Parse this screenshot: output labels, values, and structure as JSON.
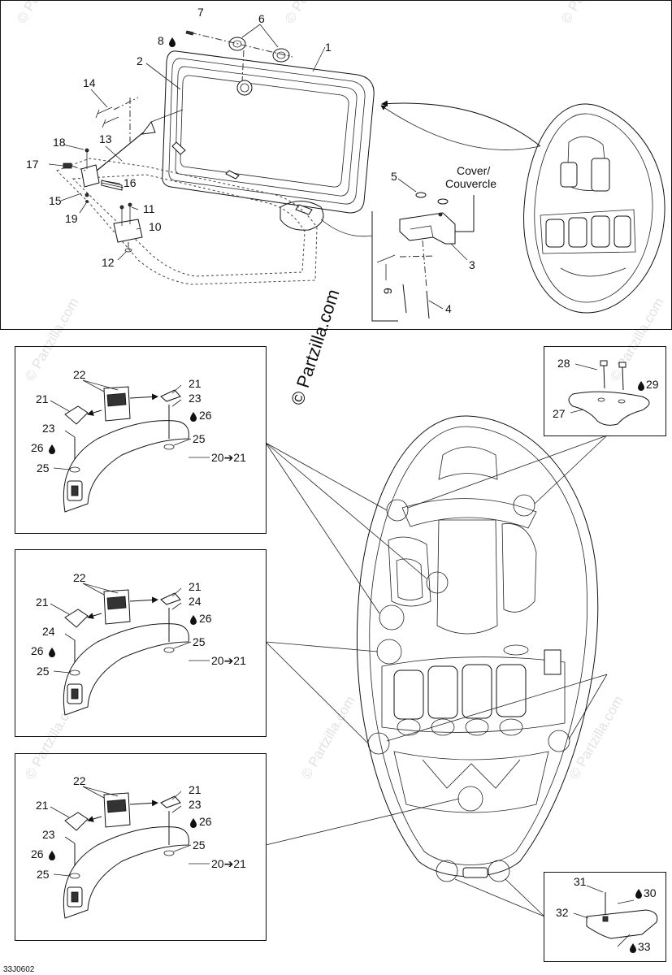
{
  "watermark": {
    "main": "© Partzilla.com",
    "tile": "© Partzilla.com"
  },
  "diagram_code": "33J0602",
  "cover_label": {
    "line1": "Cover/",
    "line2": "Couvercle"
  },
  "top_section": {
    "callouts": {
      "c1": "1",
      "c2": "2",
      "c3": "3",
      "c4": "4",
      "c5": "5",
      "c6": "6",
      "c7": "7",
      "c8": "8",
      "c9": "9",
      "c10": "10",
      "c11": "11",
      "c12": "12",
      "c13": "13",
      "c14": "14",
      "c15": "15",
      "c16": "16",
      "c17": "17",
      "c18": "18",
      "c19": "19"
    }
  },
  "detail_boxes": [
    {
      "c22": "22",
      "c21a": "21",
      "c21b": "21",
      "c23a": "23",
      "c23b": "23",
      "c26a": "26",
      "c26b": "26",
      "c25a": "25",
      "c25b": "25",
      "c2021": "20➔21"
    },
    {
      "c22": "22",
      "c21a": "21",
      "c21b": "21",
      "c23a": "24",
      "c23b": "24",
      "c26a": "26",
      "c26b": "26",
      "c25a": "25",
      "c25b": "25",
      "c2021": "20➔21"
    },
    {
      "c22": "22",
      "c21a": "21",
      "c21b": "21",
      "c23a": "23",
      "c23b": "23",
      "c26a": "26",
      "c26b": "26",
      "c25a": "25",
      "c25b": "25",
      "c2021": "20➔21"
    }
  ],
  "cleat_box": {
    "c27": "27",
    "c28": "28",
    "c29": "29"
  },
  "rear_box": {
    "c30": "30",
    "c31": "31",
    "c32": "32",
    "c33": "33"
  },
  "icons": {
    "adhesive": "drop-icon",
    "arrow": "arrow-right-icon"
  }
}
